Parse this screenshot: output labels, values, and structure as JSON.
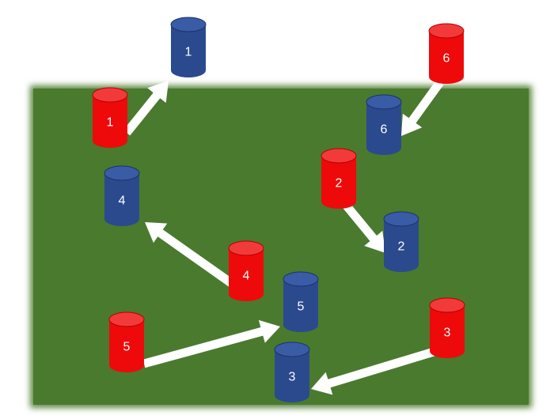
{
  "colors": {
    "field": "#4a7a2e",
    "field_edge": "#3f6b27",
    "red": "#ee0a0a",
    "red_top": "#f23a3a",
    "red_rim": "#b80000",
    "blue": "#2b4a8e",
    "blue_top": "#3a5ba6",
    "blue_rim": "#1c3369",
    "arrow": "#ffffff"
  },
  "pairs": [
    {
      "label": "1",
      "from": "red",
      "to": "blue"
    },
    {
      "label": "2",
      "from": "red",
      "to": "blue"
    },
    {
      "label": "3",
      "from": "red",
      "to": "blue"
    },
    {
      "label": "4",
      "from": "red",
      "to": "blue"
    },
    {
      "label": "5",
      "from": "red",
      "to": "blue"
    },
    {
      "label": "6",
      "from": "red",
      "to": "blue"
    }
  ]
}
